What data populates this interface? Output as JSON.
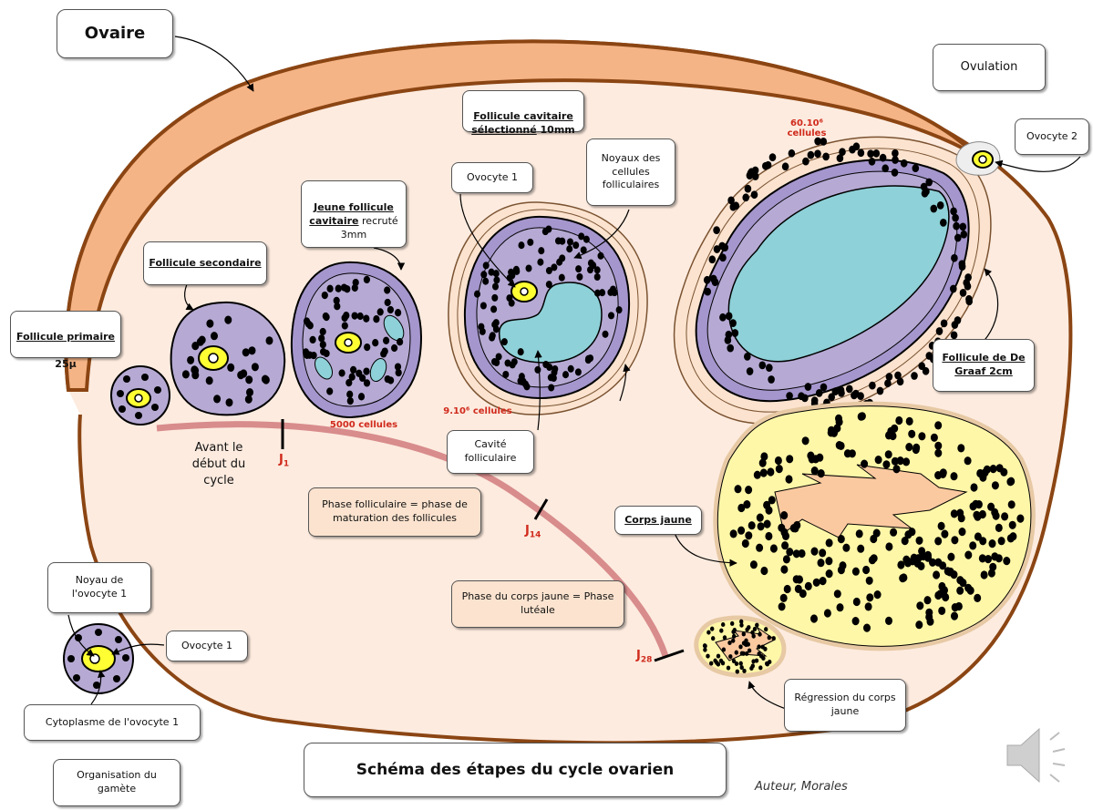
{
  "labels": {
    "ovaire": "Ovaire",
    "ovulation": "Ovulation",
    "ovocyte2": "Ovocyte 2",
    "selected_title": "Follicule cavitaire sélectionné",
    "selected_size": " 10mm",
    "noyaux": "Noyaux des cellules folliculaires",
    "ovocyte1_top": "Ovocyte 1",
    "jeune_title": "Jeune follicule cavitaire",
    "jeune_rest": " recruté 3mm",
    "secondaire": "Follicule secondaire",
    "primaire_title": "Follicule primaire",
    "primaire_size": "25µ",
    "graaf": "Follicule de De Graaf 2cm",
    "cavite": "Cavité folliculaire",
    "corps_jaune": "Corps jaune",
    "phase_folliculaire": "Phase folliculaire = phase de maturation des follicules",
    "phase_lutéale": "Phase du corps jaune = Phase lutéale",
    "regression": "Régression du corps jaune",
    "noyau_ovocyte": "Noyau de l'ovocyte 1",
    "ovocyte1_bottom": "Ovocyte 1",
    "cytoplasme": "Cytoplasme de l'ovocyte 1",
    "organisation": "Organisation du gamète",
    "main_title": "Schéma des étapes du cycle ovarien",
    "author": "Auteur, Morales",
    "avant": "Avant le\ndébut du\ncycle"
  },
  "counts": {
    "cells_60": "60.10⁶\ncellules",
    "cells_9": "9.10⁶ cellules",
    "cells_5000": "5000 cellules"
  },
  "days": {
    "j1": "J",
    "j1_sub": "1",
    "j14": "J",
    "j14_sub": "14",
    "j28": "J",
    "j28_sub": "28"
  },
  "icons": {
    "speaker": "speaker-icon"
  },
  "colors": {
    "ovary_fill": "#fdebdf",
    "ovary_cortex": "#f5b486",
    "ovary_edge": "#8b4513",
    "follicle_purple": "#b6aad4",
    "granulosa_purple": "#a596cd",
    "antrum_blue": "#8ed1d8",
    "oocyte_yellow": "#ffff33",
    "corpus_yellow": "#fff7a8",
    "timeline_pink": "#d88c8c",
    "count_red": "#d02a1c"
  }
}
